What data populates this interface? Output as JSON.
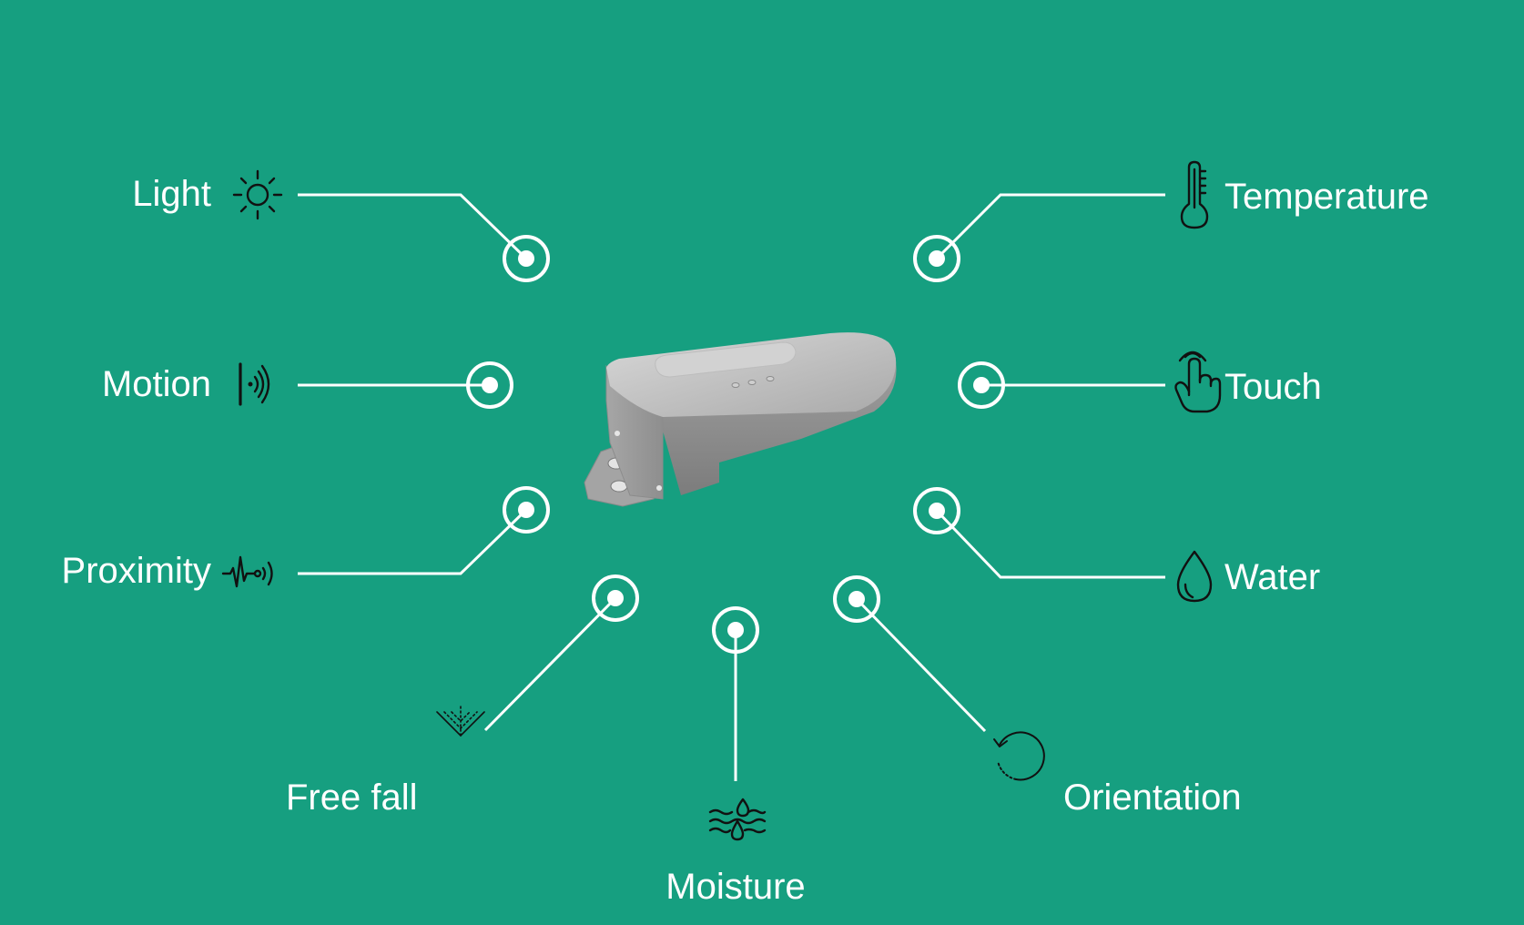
{
  "colors": {
    "background": "#169f80",
    "line": "#ffffff",
    "icon": "#111111",
    "device": "#b8b8b8"
  },
  "device": {
    "name": "sensor-device",
    "icon": "device-illustration"
  },
  "sensors": [
    {
      "id": "light",
      "label": "Light",
      "icon": "sun-icon"
    },
    {
      "id": "motion",
      "label": "Motion",
      "icon": "motion-waves-icon"
    },
    {
      "id": "proximity",
      "label": "Proximity",
      "icon": "proximity-pulse-icon"
    },
    {
      "id": "free-fall",
      "label": "Free fall",
      "icon": "arrow-down-icon"
    },
    {
      "id": "moisture",
      "label": "Moisture",
      "icon": "moisture-drops-icon"
    },
    {
      "id": "orientation",
      "label": "Orientation",
      "icon": "rotate-icon"
    },
    {
      "id": "water",
      "label": "Water",
      "icon": "water-drop-icon"
    },
    {
      "id": "touch",
      "label": "Touch",
      "icon": "touch-hand-icon"
    },
    {
      "id": "temperature",
      "label": "Temperature",
      "icon": "thermometer-icon"
    }
  ]
}
